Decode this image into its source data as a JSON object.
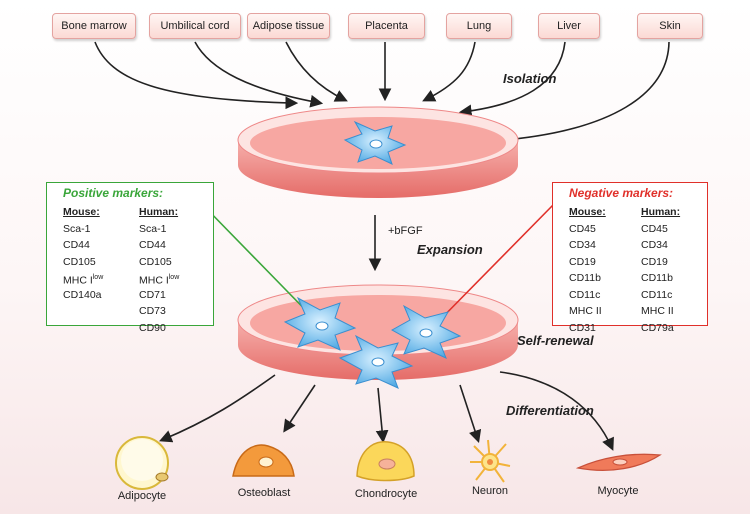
{
  "sources": [
    "Bone marrow",
    "Umbilical cord",
    "Adipose tissue",
    "Placenta",
    "Lung",
    "Liver",
    "Skin"
  ],
  "steps": {
    "isolation": "Isolation",
    "expansion": "Expansion",
    "self_renewal": "Self-renewal",
    "differentiation": "Differentiation"
  },
  "factor": "+bFGF",
  "positive": {
    "title": "Positive markers:",
    "mouse_header": "Mouse:",
    "human_header": "Human:",
    "mouse": [
      "Sca-1",
      "CD44",
      "CD105",
      "MHC I",
      "CD140a"
    ],
    "human": [
      "Sca-1",
      "CD44",
      "CD105",
      "MHC I",
      "CD71",
      "CD73",
      "CD90"
    ],
    "sup": "low"
  },
  "negative": {
    "title": "Negative markers:",
    "mouse_header": "Mouse:",
    "human_header": "Human:",
    "mouse": [
      "CD45",
      "CD34",
      "CD19",
      "CD11b",
      "CD11c",
      "MHC II",
      "CD31"
    ],
    "human": [
      "CD45",
      "CD34",
      "CD19",
      "CD11b",
      "CD11c",
      "MHC II",
      "CD79a"
    ]
  },
  "cells": [
    "Adipocyte",
    "Osteoblast",
    "Chondrocyte",
    "Neuron",
    "Myocyte"
  ],
  "colors": {
    "positive": "#3aa63a",
    "negative": "#e0302a",
    "dish": "#f08a86",
    "cell": "#5bb2e8"
  }
}
